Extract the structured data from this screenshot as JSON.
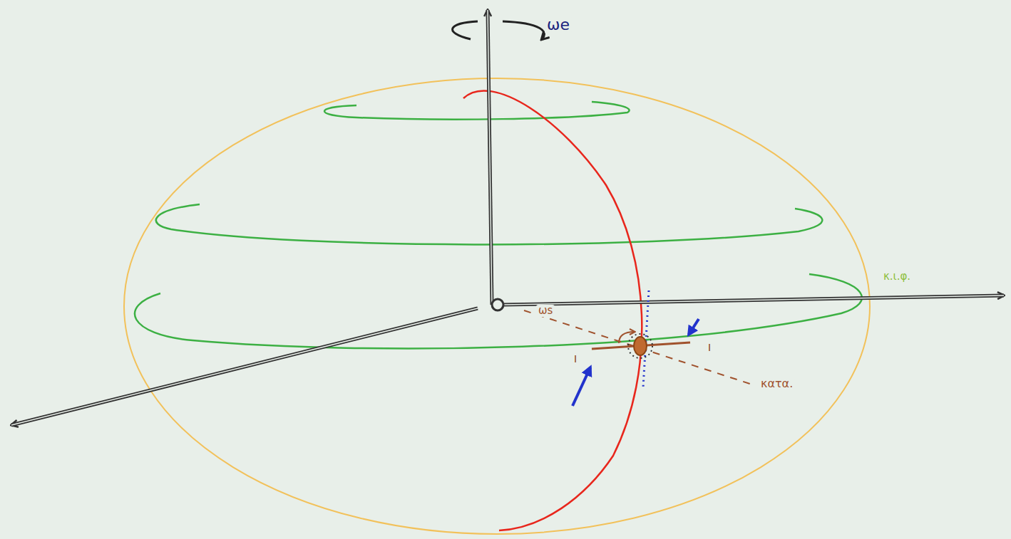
{
  "diagram": {
    "labels": [
      "ωe",
      "ωs",
      "I",
      "I",
      "κατα.",
      "κ.ι.φ."
    ]
  }
}
